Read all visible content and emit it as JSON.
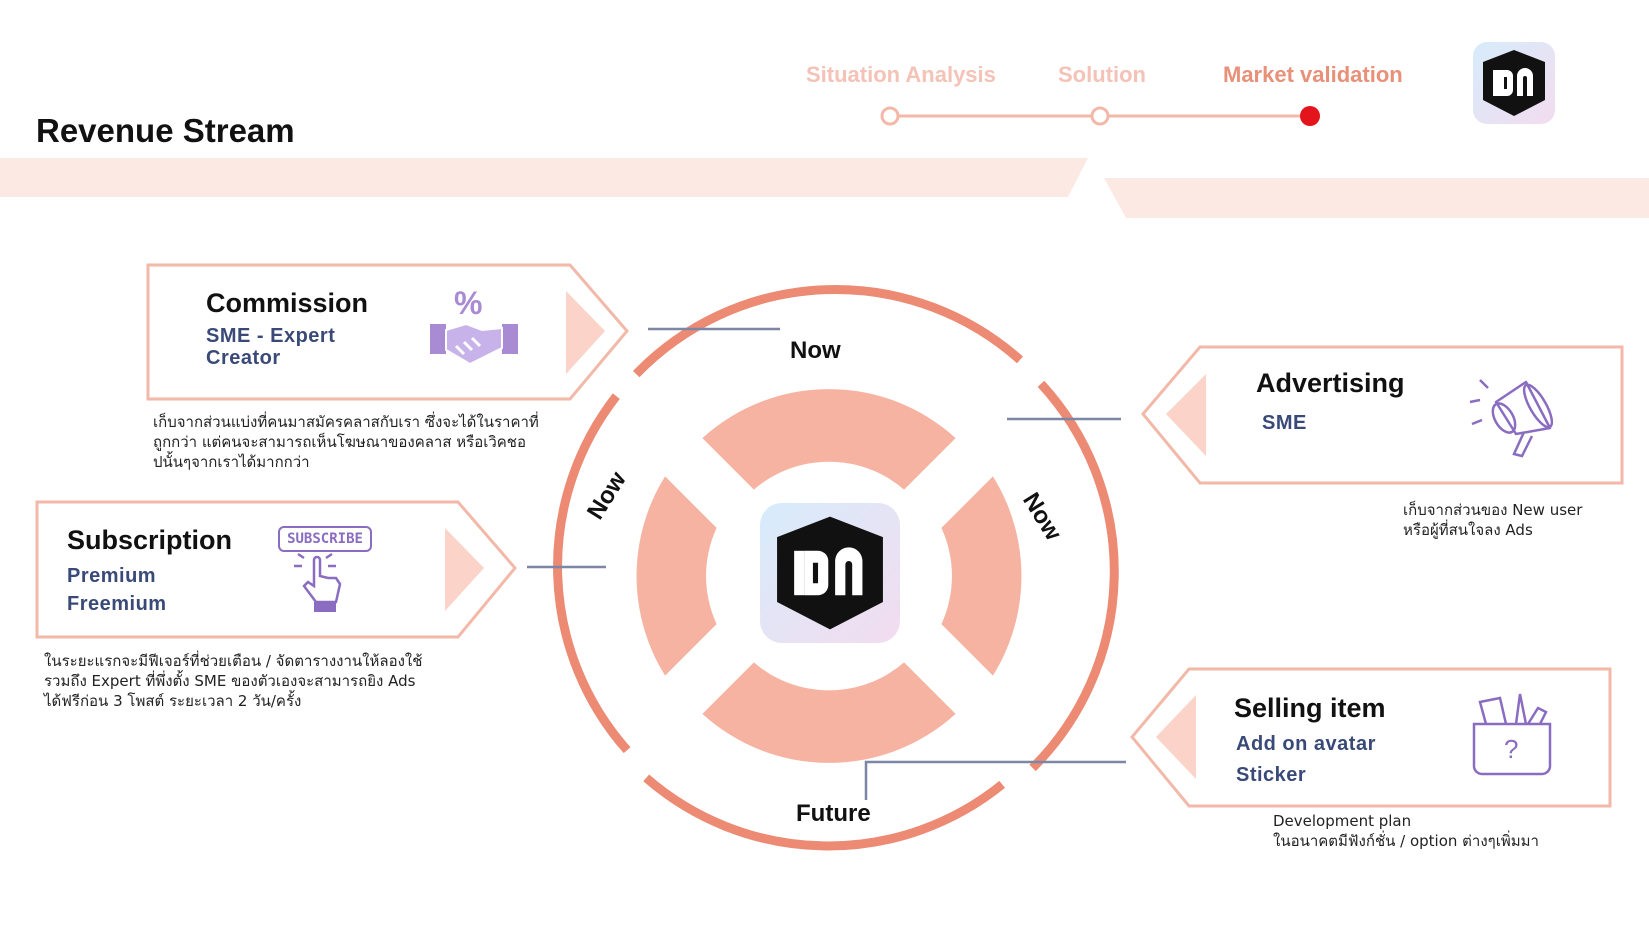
{
  "page": {
    "title": "Revenue Stream"
  },
  "progress": {
    "steps": [
      {
        "label": "Situation Analysis",
        "state": "done"
      },
      {
        "label": "Solution",
        "state": "done"
      },
      {
        "label": "Market validation",
        "state": "current"
      }
    ],
    "colors": {
      "line": "#f2b9a9",
      "current_dot": "#e3141c",
      "inactive_text": "#f4c2b6",
      "active_text": "#e89078"
    }
  },
  "logo": {
    "icon": "dn-cube-logo"
  },
  "ring": {
    "labels": {
      "top": "Now",
      "left": "Now",
      "right": "Now",
      "bottom": "Future"
    },
    "colors": {
      "ring": "#ec8a73",
      "quadrants": "#f7b3a2"
    }
  },
  "streams": {
    "commission": {
      "title": "Commission",
      "sub_lines": [
        "SME - Expert",
        "Creator"
      ],
      "icon": "handshake-percent-icon",
      "desc_lines": [
        "เก็บจากส่วนแบ่งที่คนมาสมัครคลาสกับเรา ซึ่งจะได้ในราคาที่",
        "ถูกกว่า แต่คนจะสามารถเห็นโฆษณาของคลาส หรือเวิคชอ",
        "ปนั้นๆจากเราได้มากกว่า"
      ]
    },
    "subscription": {
      "title": "Subscription",
      "sub_lines": [
        "Premium",
        "Freemium"
      ],
      "icon": "subscribe-button-icon",
      "icon_text": "SUBSCRIBE",
      "desc_lines": [
        "ในระยะแรกจะมีฟีเจอร์ที่ช่วยเตือน / จัดตารางงานให้ลองใช้",
        "รวมถึง Expert ที่พึ่งตั้ง SME ของตัวเองจะสามารถยิง Ads",
        "ได้ฟรีก่อน 3 โพสต์ ระยะเวลา 2 วัน/ครั้ง"
      ]
    },
    "advertising": {
      "title": "Advertising",
      "sub_lines": [
        "SME"
      ],
      "icon": "megaphone-icon",
      "desc_lines": [
        "เก็บจากส่วนของ New user",
        "หรือผู้ที่สนใจลง Ads"
      ]
    },
    "selling": {
      "title": "Selling item",
      "sub_lines": [
        "Add on avatar",
        "Sticker"
      ],
      "icon": "mystery-box-icon",
      "desc_lines": [
        "Development plan",
        "ในอนาคตมีฟังก์ชั่น / option ต่างๆเพิ่มมา"
      ]
    }
  }
}
